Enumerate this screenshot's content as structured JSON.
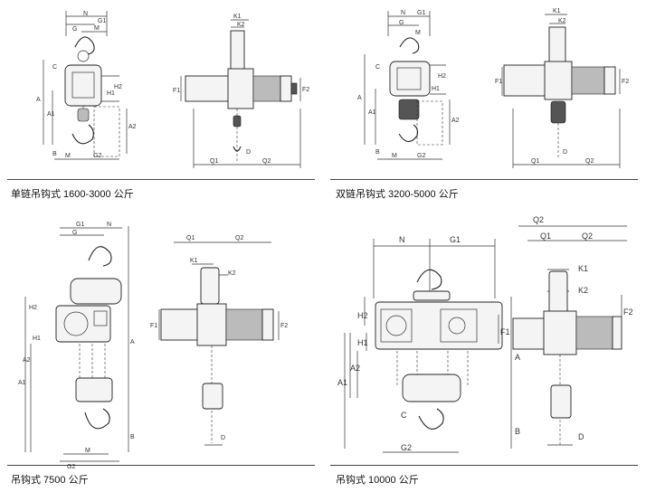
{
  "captions": {
    "single_chain": "单链吊钩式 1600-3000 公斤",
    "double_chain": "双链吊钩式 3200-5000 公斤",
    "hook_7500": "吊钩式 7500 公斤",
    "hook_10000": "吊钩式 10000 公斤"
  },
  "labels": {
    "N": "N",
    "M": "M",
    "G": "G",
    "G1": "G1",
    "G2": "G2",
    "A": "A",
    "A1": "A1",
    "A2": "A2",
    "B": "B",
    "C": "C",
    "D": "D",
    "H1": "H1",
    "H2": "H2",
    "K1": "K1",
    "K2": "K2",
    "F1": "F1",
    "F2": "F2",
    "Q1": "Q1",
    "Q2": "Q2"
  }
}
